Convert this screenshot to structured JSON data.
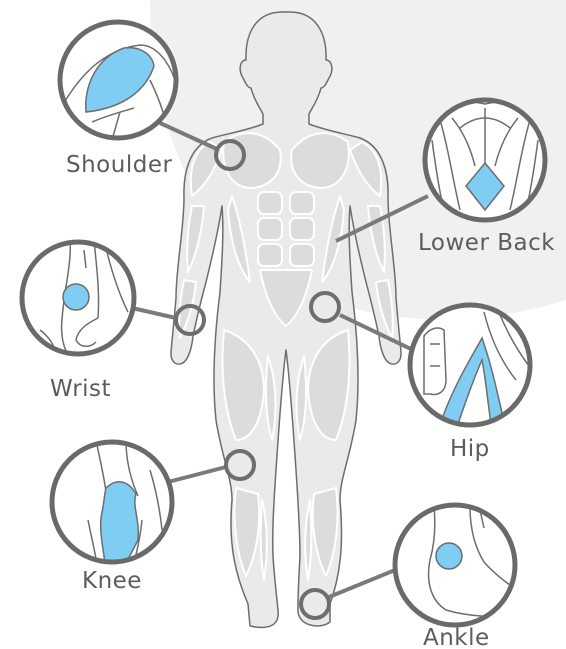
{
  "labels": {
    "shoulder": "Shoulder",
    "lower_back": "Lower Back",
    "wrist": "Wrist",
    "hip": "Hip",
    "knee": "Knee",
    "ankle": "Ankle"
  },
  "colors": {
    "highlight": "#7fcdf3",
    "outline": "#6d6d6d",
    "body_fill": "#eaeaea",
    "muscle_fill": "#dcdcdc",
    "background_swoosh": "#f0f0f0",
    "label_text": "#5c5c5c"
  }
}
